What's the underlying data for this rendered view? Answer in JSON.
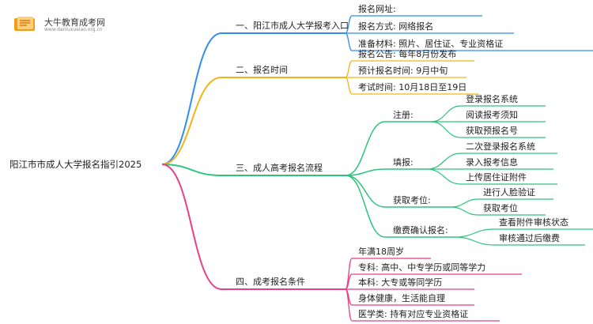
{
  "logo": {
    "title": "大牛教育成考网",
    "url": "www.daniuxueiao.org.cn"
  },
  "root": "阳江市市成人大学报名指引2025",
  "colors": {
    "blue": "#2f8ef0",
    "orange": "#f2b31a",
    "green": "#2bc47a",
    "pink": "#e83f87"
  },
  "branches": [
    {
      "label": "一、阳江市成人大学报考入口",
      "items": [
        "报名网址:",
        "报名方式: 网络报名",
        "准备材料: 照片、居住证、专业资格证"
      ]
    },
    {
      "label": "二、报名时间",
      "items": [
        "报名公告: 每年8月份发布",
        "预计报名时间: 9月中旬",
        "考试时间: 10月18日至19日"
      ]
    },
    {
      "label": "三、成人高考报名流程",
      "groups": [
        {
          "label": "注册:",
          "items": [
            "登录报名系统",
            "阅读报考须知",
            "获取预报名号"
          ]
        },
        {
          "label": "填报:",
          "items": [
            "二次登录报名系统",
            "录入报考信息",
            "上传居住证附件"
          ]
        },
        {
          "label": "获取考位:",
          "items": [
            "进行人脸验证",
            "获取考位"
          ]
        },
        {
          "label": "缴费确认报名:",
          "items": [
            "查看附件审核状态",
            "审核通过后缴费"
          ]
        }
      ]
    },
    {
      "label": "四、成考报名条件",
      "items": [
        "年满18周岁",
        "专科: 高中、中专学历或同等学力",
        "本科: 大专或等同学历",
        "身体健康，生活能自理",
        "医学类: 持有对应专业资格证"
      ]
    }
  ]
}
